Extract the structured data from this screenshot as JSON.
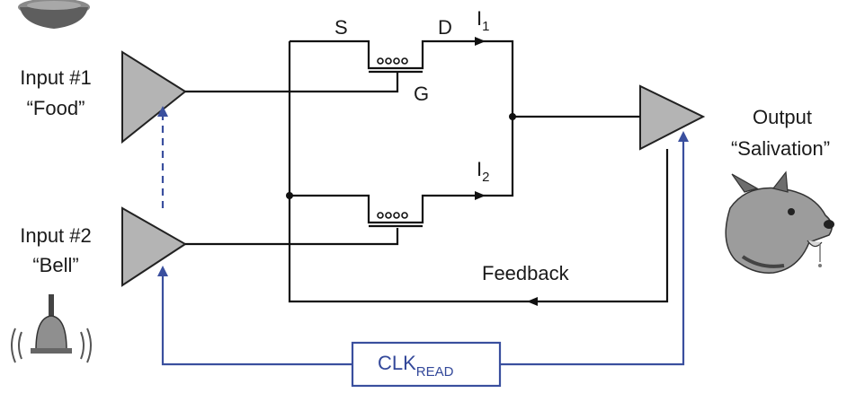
{
  "inputs": {
    "input1": {
      "line1": "Input #1",
      "line2": "“Food”"
    },
    "input2": {
      "line1": "Input #2",
      "line2": "“Bell”"
    }
  },
  "output": {
    "line1": "Output",
    "line2": "“Salivation”"
  },
  "transistor": {
    "source": "S",
    "drain": "D",
    "gate": "G",
    "current1": {
      "base": "I",
      "sub": "1"
    },
    "current2": {
      "base": "I",
      "sub": "2"
    }
  },
  "feedback_label": "Feedback",
  "clock": {
    "base": "CLK",
    "sub": "READ"
  },
  "colors": {
    "wire": "#111111",
    "clock_wire": "#3a4f9e",
    "amp_fill": "#b4b4b4",
    "amp_stroke": "#222222"
  },
  "icons": [
    "food-bowl-icon",
    "bell-icon",
    "dog-icon"
  ]
}
